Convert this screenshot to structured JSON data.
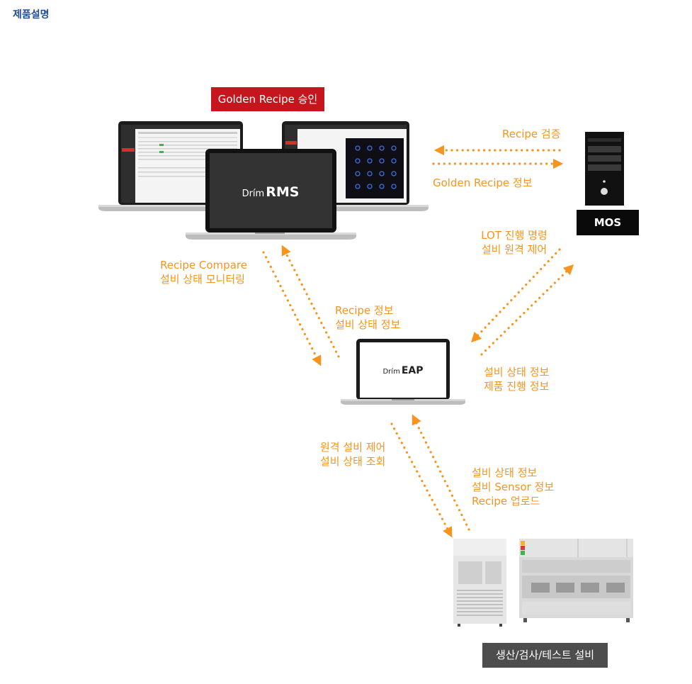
{
  "page_title": "제품설명",
  "golden_recipe": "Golden Recipe 승인",
  "rms": {
    "brand_prefix": "Drím",
    "brand_name": "RMS"
  },
  "eap": {
    "brand_prefix": "Drím",
    "brand_name": "EAP"
  },
  "mos_label": "MOS",
  "equipment_label": "생산/검사/테스트 설비",
  "labels": {
    "recipe_verify": "Recipe 검증",
    "golden_recipe_info": "Golden Recipe 정보",
    "lot_cmd_1": "LOT 진행 명령",
    "lot_cmd_2": "설비 원격 제어",
    "recipe_compare_1": "Recipe Compare",
    "recipe_compare_2": "설비 상태 모니터링",
    "recipe_info_1": "Recipe 정보",
    "recipe_info_2": "설비 상태 정보",
    "status_product_1": "설비 상태 정보",
    "status_product_2": "제품 진행 정보",
    "remote_1": "원격 설비 제어",
    "remote_2": "설비 상태 조회",
    "upload_1": "설비 상태 정보",
    "upload_2": "설비 Sensor 정보",
    "upload_3": "Recipe 업로드"
  },
  "colors": {
    "accent": "#f7941d",
    "red": "#c4161c",
    "title_blue": "#1f4e9a"
  }
}
